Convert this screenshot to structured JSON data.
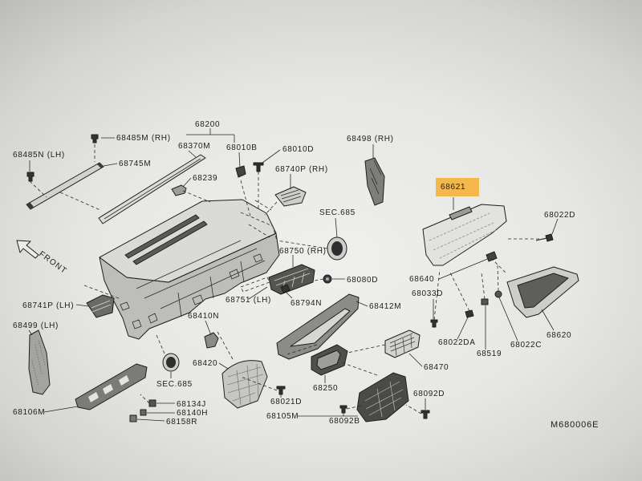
{
  "diagram": {
    "drawing_code": "M680006E",
    "front_label": "FRONT",
    "highlight": {
      "part": "68621",
      "color": "#f3b23f"
    },
    "callouts": {
      "p68200": "68200",
      "p68485M": "68485M (RH)",
      "p68370M": "68370M",
      "p68010B": "68010B",
      "p68010D": "68010D",
      "p68485N": "68485N (LH)",
      "p68745M": "68745M",
      "p68239": "68239",
      "p68740P": "68740P (RH)",
      "p68498": "68498 (RH)",
      "p68022D": "68022D",
      "sec685_upper": "SEC.685",
      "p68750": "68750 (RH)",
      "p68080D": "68080D",
      "p68640": "68640",
      "p68741P": "68741P (LH)",
      "p68751": "68751 (LH)",
      "p68794N": "68794N",
      "p68412M": "68412M",
      "p68033D": "68033D",
      "p68499": "68499 (LH)",
      "p68410N": "68410N",
      "p68022DA": "68022DA",
      "p68519": "68519",
      "p68022C": "68022C",
      "p68620": "68620",
      "p68470": "68470",
      "p68420": "68420",
      "sec685_lower": "SEC.685",
      "p68250": "68250",
      "p68134J": "68134J",
      "p68140H": "68140H",
      "p68158R": "68158R",
      "p68106M": "68106M",
      "p68021D": "68021D",
      "p68105M": "68105M",
      "p68092B": "68092B",
      "p68092D": "68092D"
    }
  }
}
